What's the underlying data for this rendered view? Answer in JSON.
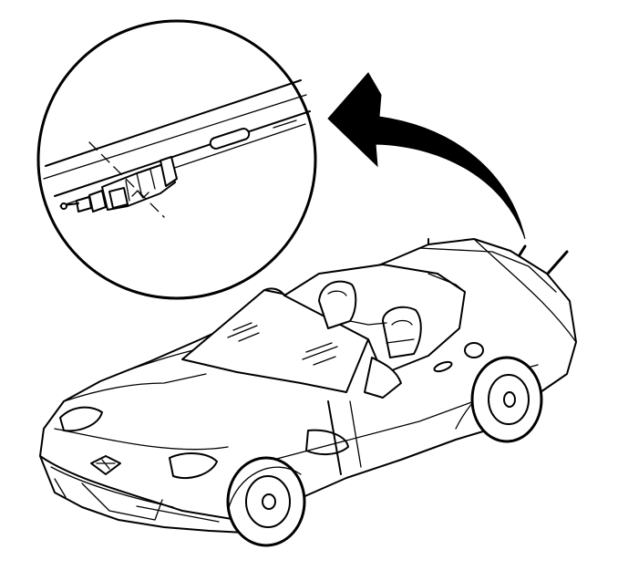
{
  "illustration": {
    "subject": "convertible-car",
    "detail_view": "circular-magnified-inset",
    "pointer": "curved-arrow-from-rear-deck-to-inset",
    "callout_marker": "lightning-zigzag",
    "line_color": "#000000",
    "background_color": "#ffffff"
  }
}
